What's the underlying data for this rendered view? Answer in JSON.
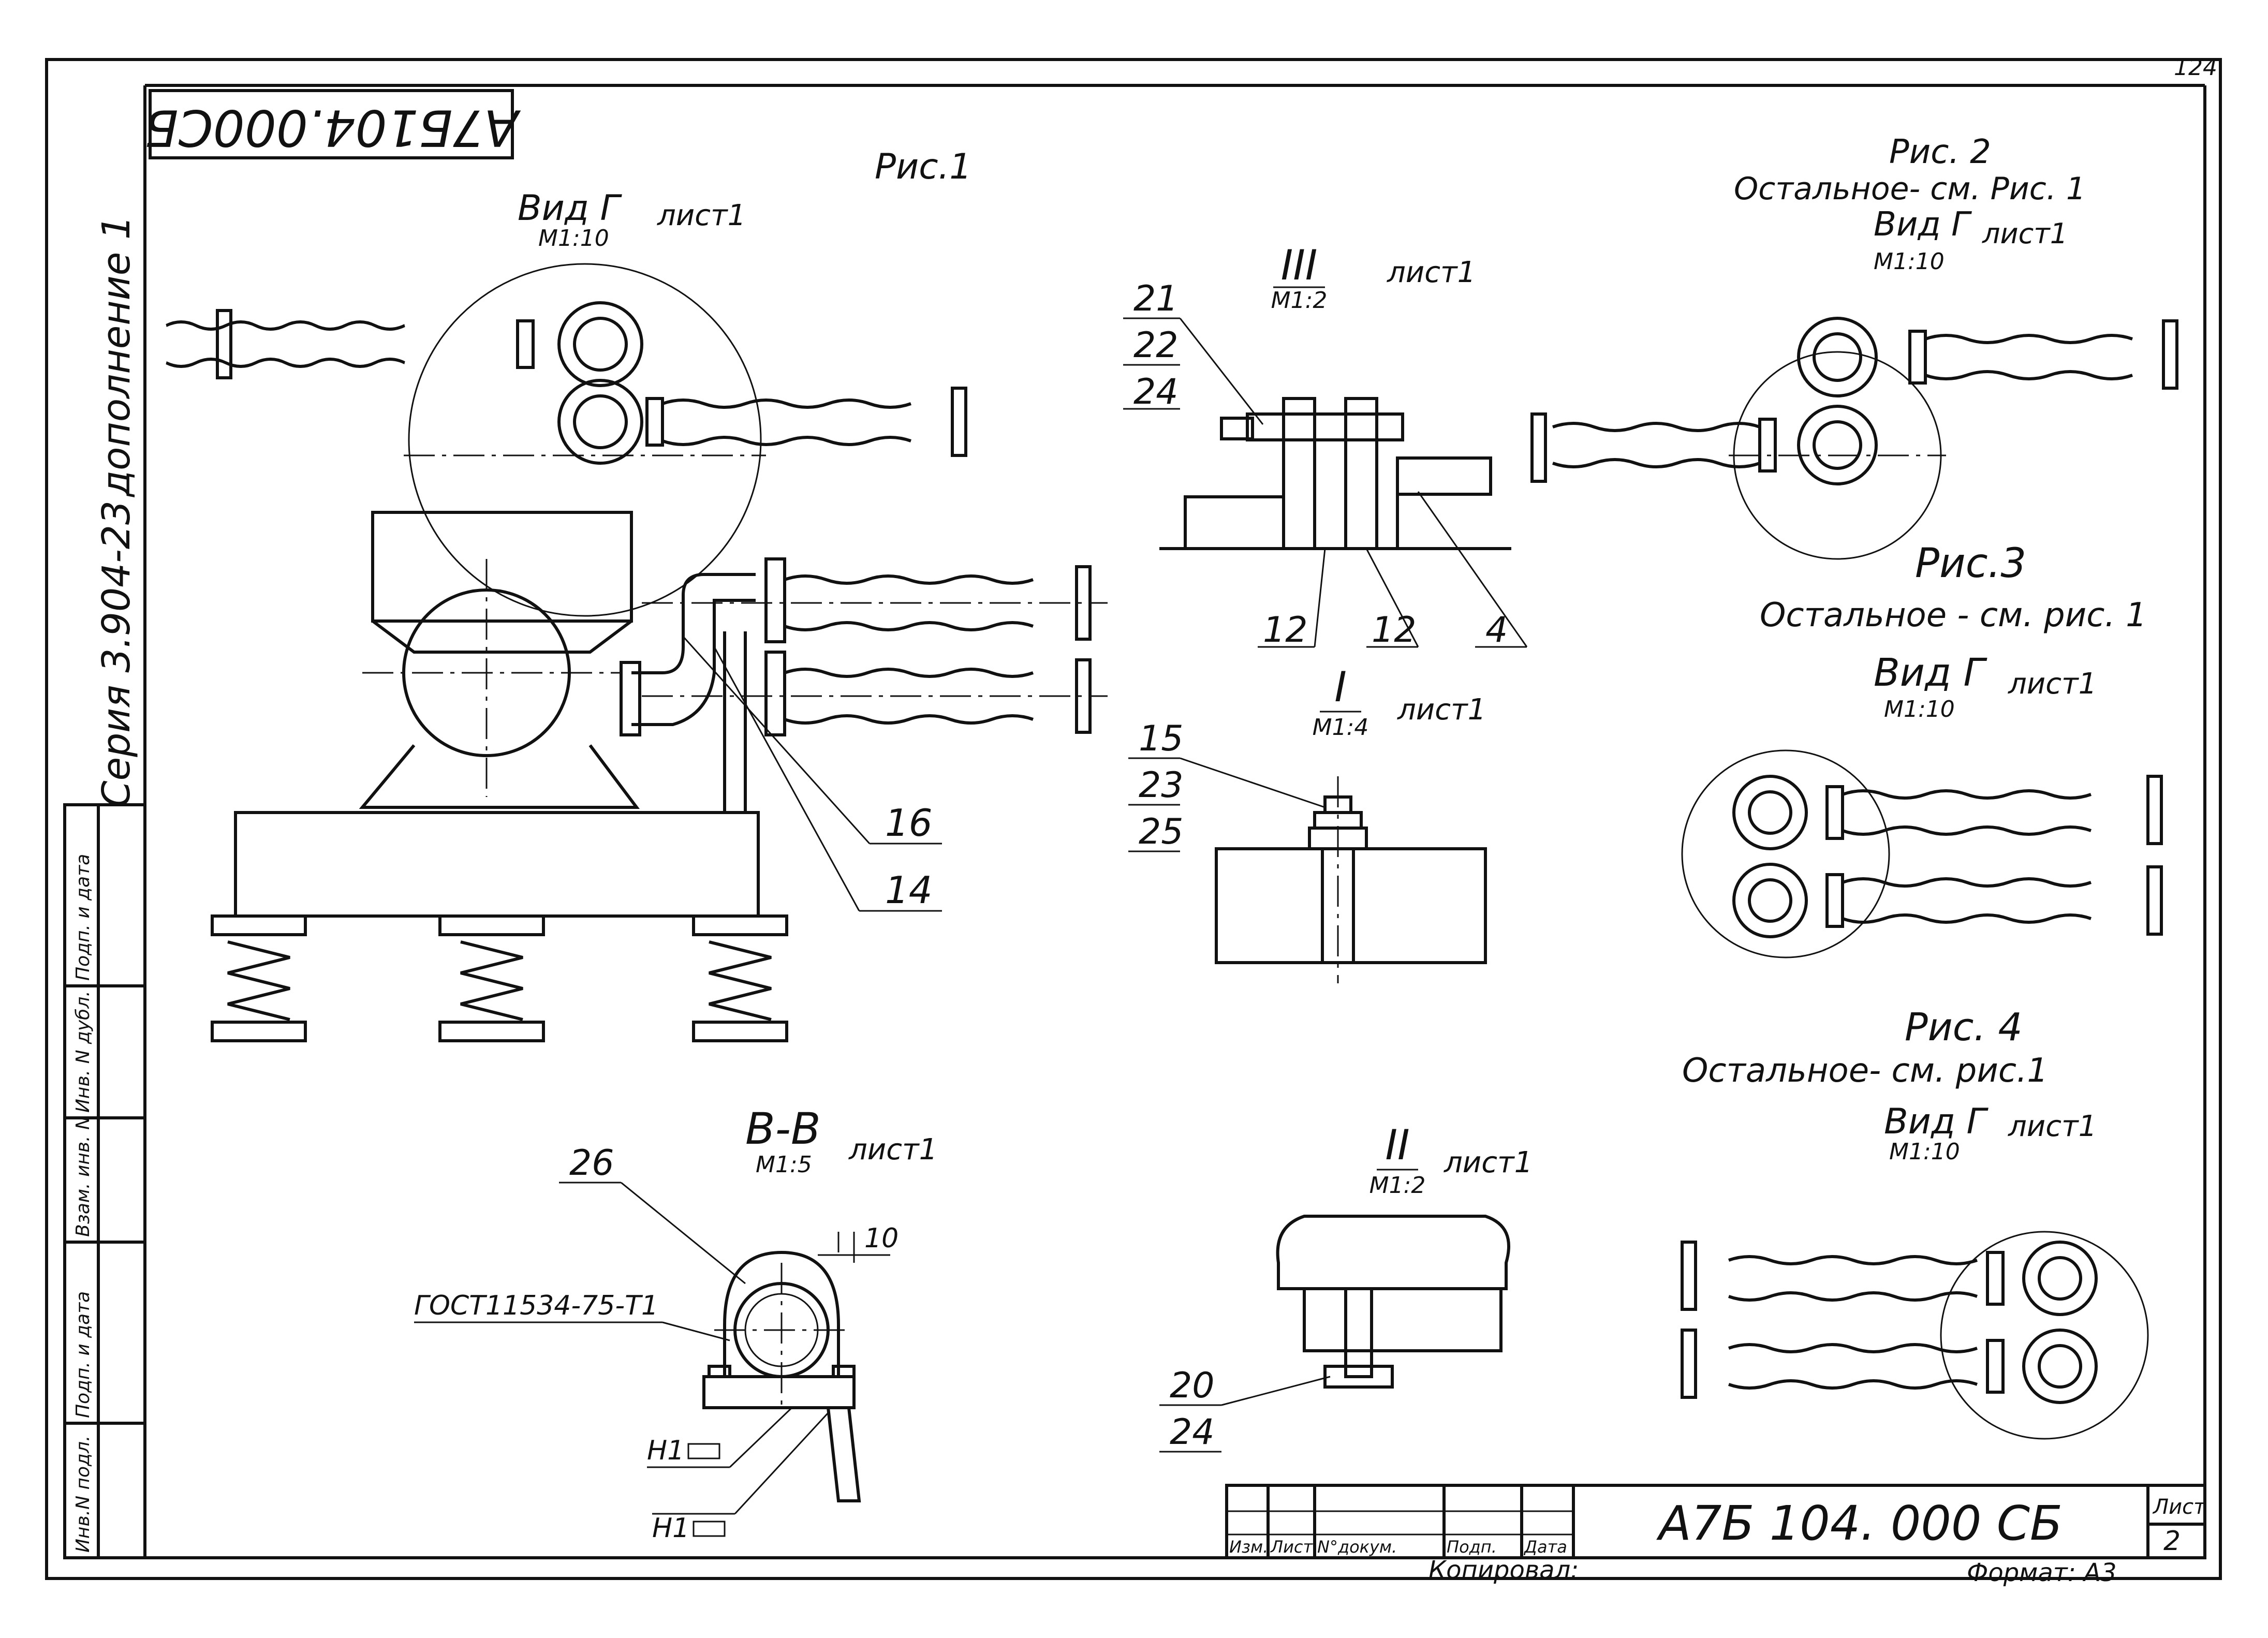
{
  "drawing": {
    "code_rotated": "А7Б104.000СБ",
    "page_corner": "124",
    "side": {
      "addendum": "дополнение 1",
      "series": "Серия 3.904-23"
    },
    "stamp_columns": [
      "Инв.N подл.",
      "Подп. и дата",
      "Взам. инв. N",
      "Инв. N дубл.",
      "Подп. и дата"
    ]
  },
  "views": {
    "fig1": {
      "title": "Рис.1",
      "view": "Вид Г",
      "sheet": "лист1",
      "scale": "М1:10",
      "callouts": [
        "16",
        "14"
      ]
    },
    "fig2": {
      "title": "Рис. 2",
      "note": "Остальное- см. Рис. 1",
      "view": "Вид Г",
      "sheet": "лист1",
      "scale": "М1:10"
    },
    "fig3": {
      "title": "Рис.3",
      "note": "Остальное - см. рис. 1",
      "view": "Вид Г",
      "sheet": "лист1",
      "scale": "М1:10"
    },
    "fig4": {
      "title": "Рис. 4",
      "note": "Остальное- см. рис.1",
      "view": "Вид Г",
      "sheet": "лист1",
      "scale": "М1:10"
    },
    "detail_III": {
      "mark": "III",
      "scale": "М1:2",
      "sheet": "лист1",
      "callouts": [
        "21",
        "22",
        "24",
        "12",
        "12",
        "4"
      ]
    },
    "detail_I": {
      "mark": "I",
      "scale": "М1:4",
      "sheet": "лист1",
      "callouts": [
        "15",
        "23",
        "25"
      ]
    },
    "detail_II": {
      "mark": "II",
      "scale": "М1:2",
      "sheet": "лист1",
      "callouts": [
        "20",
        "24"
      ]
    },
    "section_BB": {
      "title": "В-В",
      "scale": "М1:5",
      "sheet": "лист1",
      "callout": "26",
      "dim": "10",
      "standard": "ГОСТ11534-75-Т1",
      "weld1": "Н1",
      "weld2": "Н1"
    }
  },
  "title_block": {
    "headers": [
      "Изм.",
      "Лист",
      "N°докум.",
      "Подп.",
      "Дата"
    ],
    "designation": "А7Б 104. 000 СБ",
    "sheet_label": "Лист",
    "sheet_no": "2",
    "copied": "Копировал:",
    "format": "Формат: А3"
  }
}
